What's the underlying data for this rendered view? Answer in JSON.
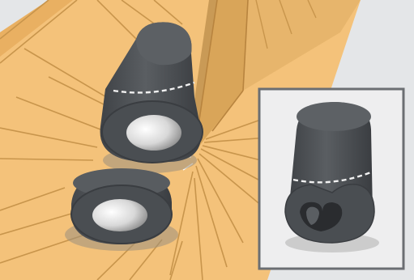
{
  "illustration": {
    "colors": {
      "background": "#e4e6e8",
      "board": "#f4c27a",
      "board_dark": "#d9a559",
      "board_edge": "#b8843f",
      "wall_face": "#e7b56c",
      "wall_shadow": "#c99a56",
      "hose": "#4e5256",
      "hose_dark": "#3c3f43",
      "hose_light": "#6a6e72",
      "hose_shadow": "#8f8f8f",
      "cut_line": "#f2f2f2",
      "inset_panel": "#eeeeef",
      "inset_border": "#6b6e72"
    },
    "parts": [
      "board",
      "wall-corner",
      "long-foam-sleeve",
      "short-foam-sleeve",
      "cut-marking",
      "inset-detail"
    ]
  }
}
